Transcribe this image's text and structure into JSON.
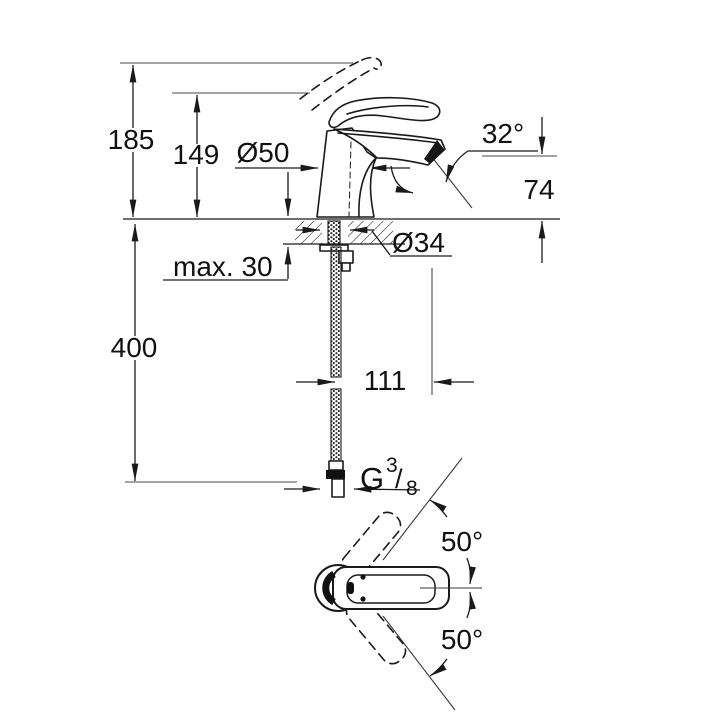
{
  "drawing": {
    "title": "single-lever-basin-mixer-dimension-drawing",
    "units": "mm",
    "colors": {
      "line": "#1a1a1a",
      "text": "#111111",
      "background": "#ffffff"
    },
    "main_view": {
      "overall_height": "185",
      "lever_height": "149",
      "base_diameter": "Ø50",
      "aerator_angle": "32°",
      "spout_height": "74",
      "max_deck_thickness": "max. 30",
      "hole_diameter": "Ø34",
      "hose_length": "400",
      "spout_projection": "111",
      "thread": {
        "g": "G",
        "numerator": "3",
        "slash": "/",
        "denominator": "8"
      }
    },
    "plan_view": {
      "swivel_up": "50°",
      "swivel_down": "50°"
    }
  }
}
